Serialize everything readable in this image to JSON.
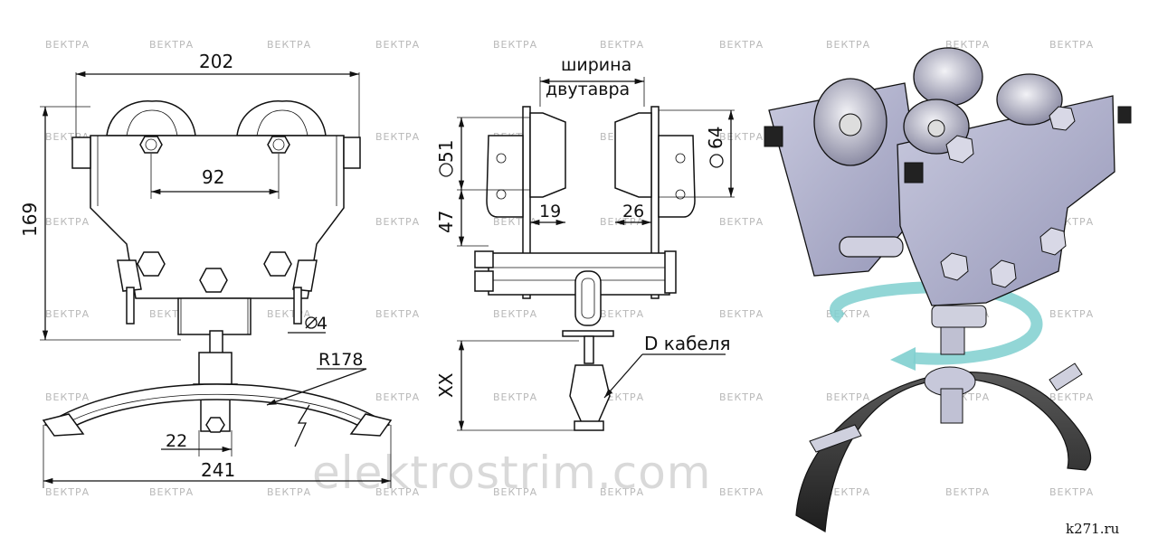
{
  "front_view": {
    "width_dim": "202",
    "height_dim": "169",
    "wheel_spacing_dim": "92",
    "pin_dim": "4",
    "radius_dim": "R178",
    "clamp_dim": "22",
    "saddle_width_dim": "241"
  },
  "side_view": {
    "beam_label_line1": "ширина",
    "beam_label_line2": "двутавра",
    "wheel_diameter_left": "51",
    "wheel_diameter_right": "64",
    "offset_dim": "47",
    "flange_left_dim": "19",
    "flange_right_dim": "26",
    "hanger_dim": "XX",
    "cable_label": "D кабеля"
  },
  "watermark": {
    "brand": "ВЕКТРА",
    "site_big": "elektrostrim.com",
    "site_small": "k271.ru"
  },
  "colors": {
    "metal_plate": "#a9aac6",
    "rotation_arrow": "#7fcfcf",
    "cable": "#3a3a3a"
  }
}
